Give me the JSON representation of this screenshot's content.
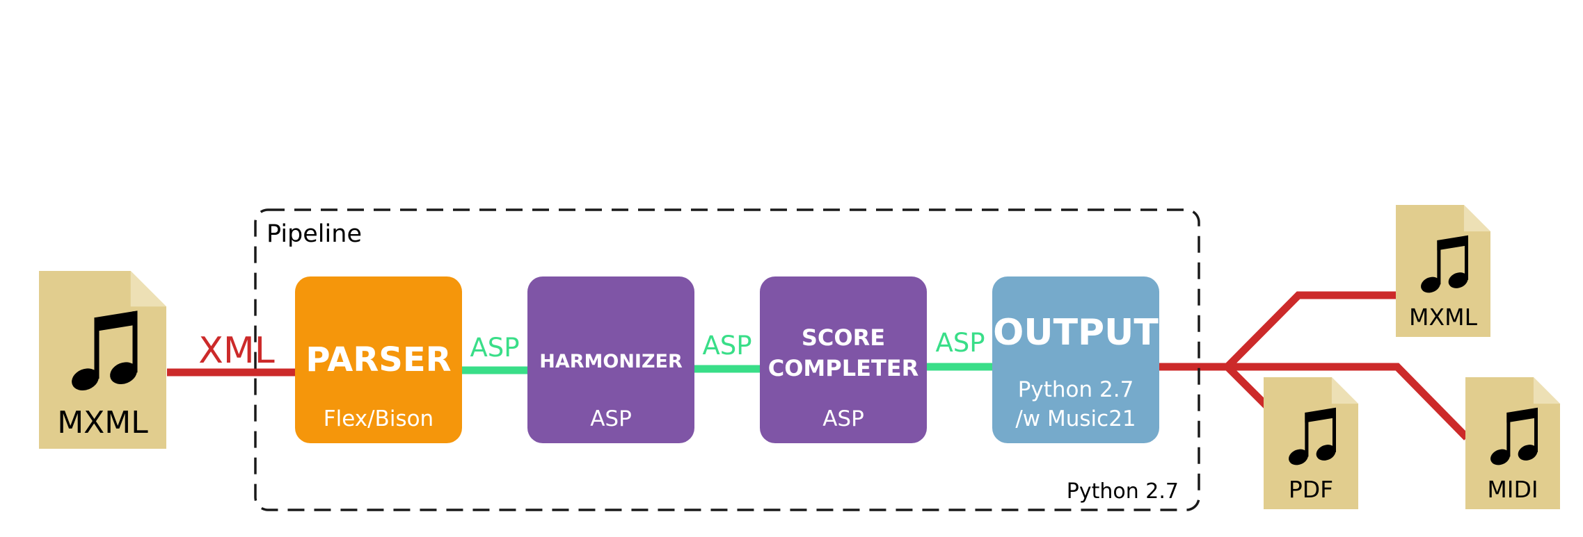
{
  "colors": {
    "doc_body": "#e1cd8e",
    "doc_fold": "#ede0b5",
    "red_line": "#cc2a2a",
    "green_line": "#39de88",
    "parser": "#f5960b",
    "harmonizer": "#7f55a6",
    "completer": "#7f55a6",
    "output": "#76aacb",
    "dashed_border": "#1a1a1a"
  },
  "icons": {
    "document": "music-document-icon",
    "note": "double-eighth-note-icon"
  },
  "pipeline": {
    "label": "Pipeline",
    "footer": "Python 2.7"
  },
  "input": {
    "label": "MXML"
  },
  "input_edge": {
    "label": "XML"
  },
  "stages": [
    {
      "title_lines": [
        "PARSER"
      ],
      "subtitle_lines": [
        "Flex/Bison"
      ]
    },
    {
      "title_lines": [
        "HARMONIZER"
      ],
      "subtitle_lines": [
        "ASP"
      ]
    },
    {
      "title_lines": [
        "SCORE",
        "COMPLETER"
      ],
      "subtitle_lines": [
        "ASP"
      ]
    },
    {
      "title_lines": [
        "OUTPUT"
      ],
      "subtitle_lines": [
        "Python 2.7",
        "/w Music21"
      ]
    }
  ],
  "links": [
    "ASP",
    "ASP",
    "ASP"
  ],
  "outputs": [
    {
      "label": "MXML"
    },
    {
      "label": "PDF"
    },
    {
      "label": "MIDI"
    }
  ]
}
